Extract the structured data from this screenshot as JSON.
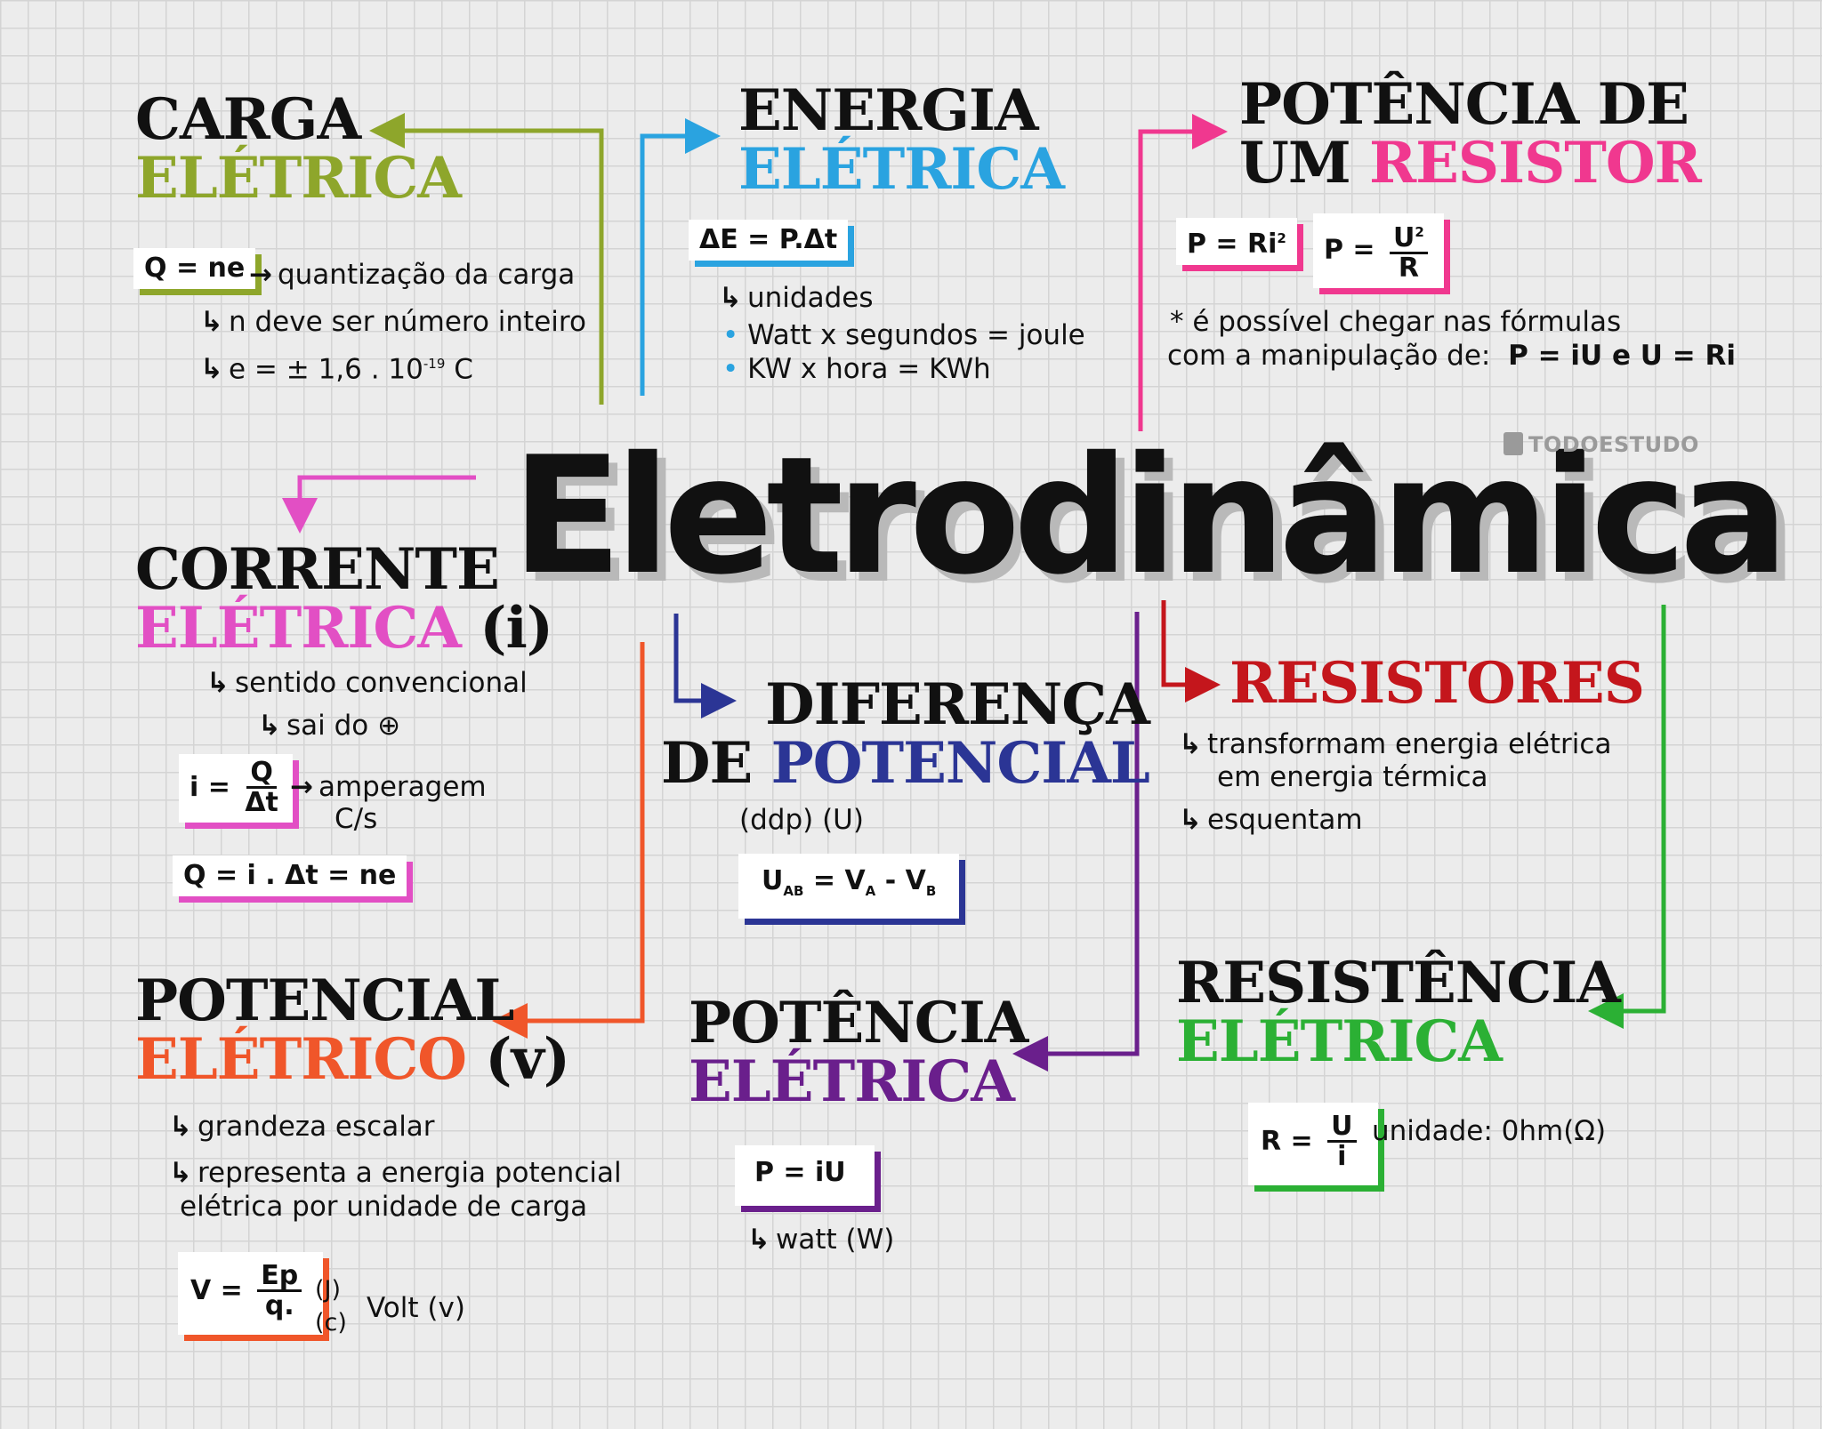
{
  "title": "Eletrodinâmica",
  "brand": "TODOESTUDO",
  "colors": {
    "carga": "#8ea62b",
    "energia": "#2aa3e0",
    "potencia_resistor": "#f0388f",
    "corrente": "#e24fc4",
    "ddp": "#2b3595",
    "resistores": "#c4161c",
    "potencial": "#f0562a",
    "potencia": "#6a1f8c",
    "resistencia": "#2bb034"
  },
  "carga": {
    "title_1": "CARGA",
    "title_2": "ELÉTRICA",
    "formula": "Q = ne",
    "note_1": "quantização da carga",
    "note_2": "n deve ser número inteiro",
    "note_3": "e = ±  1,6 . 10",
    "note_3_exp": "-19",
    "note_3_unit": " C"
  },
  "energia": {
    "title_1": "ENERGIA",
    "title_2": "ELÉTRICA",
    "formula": "ΔE = P.Δt",
    "note_1": "unidades",
    "bullet_1": "Watt x segundos = joule",
    "bullet_2": "KW x hora = KWh"
  },
  "potencia_resistor": {
    "title_1": "POTÊNCIA DE",
    "title_2a": "UM ",
    "title_2b": "RESISTOR",
    "formula_1": "P = Ri",
    "formula_1_exp": "2",
    "formula_2_lhs": "P =",
    "formula_2_num": "U",
    "formula_2_num_exp": "2",
    "formula_2_den": "R",
    "note_1": "* é possível chegar nas fórmulas",
    "note_2": "com a manipulação de:",
    "note_2_formula": "P = iU e U = Ri"
  },
  "corrente": {
    "title_1": "CORRENTE",
    "title_2": "ELÉTRICA",
    "title_suffix": " (i)",
    "note_1": "sentido convencional",
    "note_2": "sai do",
    "note_2_symbol": "⊕",
    "formula_1_lhs": "i =",
    "formula_1_num": "Q",
    "formula_1_den": "Δt",
    "unit_1": "amperagem",
    "unit_2": "C/s",
    "formula_2": "Q = i . Δt = ne"
  },
  "ddp": {
    "title_1": "DIFERENÇA",
    "title_2a": "DE ",
    "title_2b": "POTENCIAL",
    "subtitle": "(ddp) (U)",
    "formula_u": "U",
    "formula_u_sub": "AB",
    "formula_eq": " = V",
    "formula_a": "A",
    "formula_minus": "  - V",
    "formula_b": "B"
  },
  "resistores": {
    "title": "RESISTORES",
    "note_1": "transformam energia elétrica",
    "note_1b": "em energia térmica",
    "note_2": "esquentam"
  },
  "potencial": {
    "title_1": "POTENCIAL",
    "title_2": "ELÉTRICO",
    "title_suffix": " (v)",
    "note_1": "grandeza escalar",
    "note_2": "representa a energia potencial",
    "note_2b": "elétrica por unidade de carga",
    "formula_lhs": "V =",
    "formula_num": "Ep",
    "formula_den": "q.",
    "unit_j": "(J)",
    "unit_c": "(c)",
    "unit_label": "Volt (v)"
  },
  "potencia": {
    "title_1": "POTÊNCIA",
    "title_2": "ELÉTRICA",
    "formula": "P = iU",
    "note_1": "watt (W)"
  },
  "resistencia": {
    "title_1": "RESISTÊNCIA",
    "title_2": "ELÉTRICA",
    "formula_lhs": "R =",
    "formula_num": "U",
    "formula_den": "i",
    "note_1": "unidade: 0hm(Ω)"
  }
}
